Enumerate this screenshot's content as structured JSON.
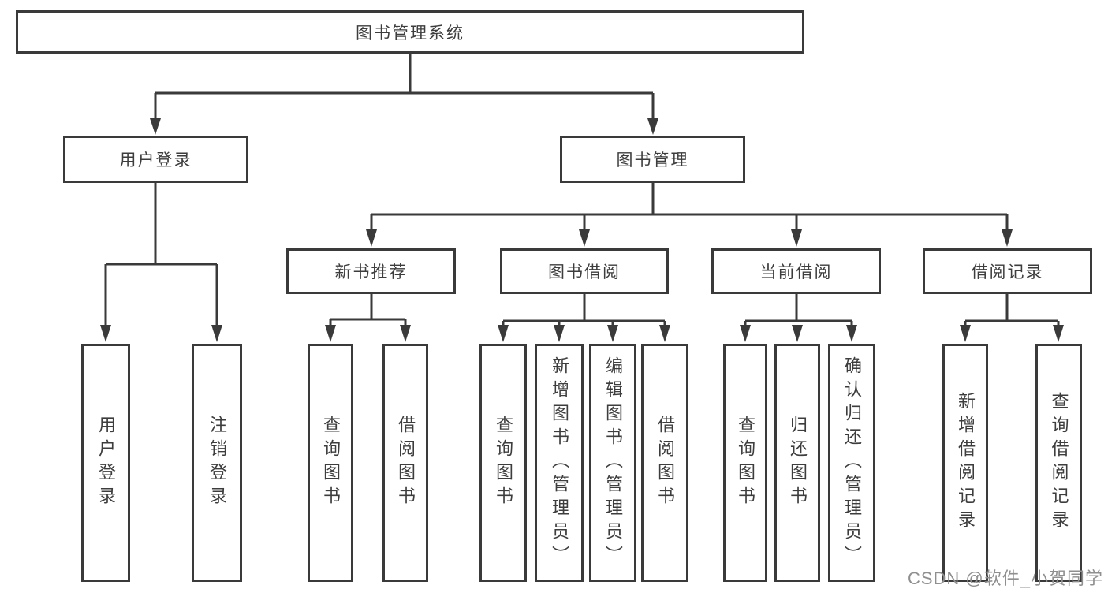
{
  "diagram": {
    "root": {
      "label": "图书管理系统"
    },
    "level2": {
      "user_login": {
        "label": "用户登录"
      },
      "book_mgmt": {
        "label": "图书管理"
      }
    },
    "level3": {
      "new_books": {
        "label": "新书推荐"
      },
      "borrow": {
        "label": "图书借阅"
      },
      "current": {
        "label": "当前借阅"
      },
      "records": {
        "label": "借阅记录"
      }
    },
    "leaves": {
      "user_login_1": {
        "label": "用户登录"
      },
      "user_login_2": {
        "label": "注销登录"
      },
      "new_books_1": {
        "label": "查询图书"
      },
      "new_books_2": {
        "label": "借阅图书"
      },
      "borrow_1": {
        "label": "查询图书"
      },
      "borrow_2": {
        "label": "新增图书（管理员）"
      },
      "borrow_3": {
        "label": "编辑图书（管理员）"
      },
      "borrow_4": {
        "label": "借阅图书"
      },
      "current_1": {
        "label": "查询图书"
      },
      "current_2": {
        "label": "归还图书"
      },
      "current_3": {
        "label": "确认归还（管理员）"
      },
      "records_1": {
        "label": "新增借阅记录"
      },
      "records_2": {
        "label": "查询借阅记录"
      }
    }
  },
  "watermark": {
    "text": "CSDN @软件_小贺同学"
  },
  "colors": {
    "line": "#3a3a3a",
    "text": "#3d3d3d",
    "background": "#ffffff",
    "watermark": "#8f8f8f"
  }
}
